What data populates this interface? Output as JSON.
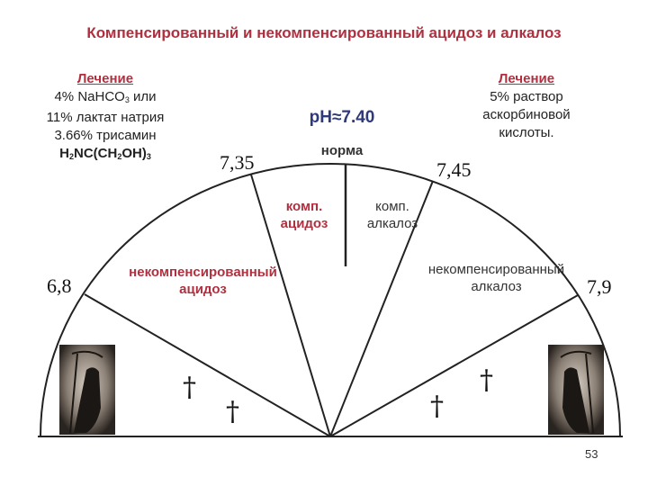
{
  "title": "Компенсированный и некомпенсированный  ацидоз и алкалоз",
  "left_treatment": {
    "heading": "Лечение",
    "line1": "4% NaHCO",
    "line1_sub": "3",
    "line1_tail": " или",
    "line2": "11% лактат натрия",
    "line3": "3.66% трисамин",
    "line4_a": "H",
    "line4_s1": "2",
    "line4_b": "NC(CH",
    "line4_s2": "2",
    "line4_c": "OH)",
    "line4_s3": "3"
  },
  "right_treatment": {
    "heading": "Лечение",
    "line1": "5% раствор",
    "line2": "аскорбиновой",
    "line3": "кислоты."
  },
  "ph_label": "pH≈7.40",
  "norm_label": "норма",
  "ticks": {
    "t680": "6,8",
    "t735": "7,35",
    "t745": "7,45",
    "t790": "7,9"
  },
  "zones": {
    "comp_acidosis_1": "комп.",
    "comp_acidosis_2": "ацидоз",
    "comp_alkalosis_1": "комп.",
    "comp_alkalosis_2": "алкалоз",
    "uncomp_acidosis_1": "некомпенсированный",
    "uncomp_acidosis_2": "ацидоз",
    "uncomp_alkalosis_1": "некомпенсированный",
    "uncomp_alkalosis_2": "алкалоз"
  },
  "dagger_symbol": "†",
  "page_number": "53",
  "colors": {
    "accent_red": "#b03040",
    "ph_blue": "#2e3a7a"
  }
}
